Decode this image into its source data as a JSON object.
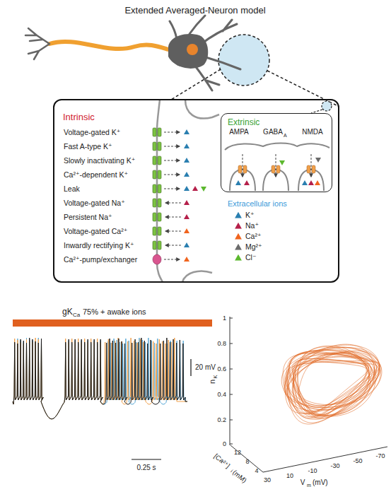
{
  "diagram": {
    "title": "Extended Averaged-Neuron model",
    "nodes": [
      {
        "text": [
          "Intrinsic"
        ]
      },
      {
        "text": [
          "Extrinsic"
        ],
        "in": 0
      }
    ],
    "labels": [
      "Voltage-gated K⁺",
      "Fast A-type K⁺",
      "Slowly inactivating K⁺",
      "Ca²⁺-dependent K⁺",
      "Leak",
      "Voltage-gated Na⁺",
      "Persistent Na⁺",
      "Voltage-gated Ca²⁺",
      "Inwardly rectifying K⁺",
      "Ca²⁺-pump/exchanger",
      "AMPA",
      "GABA",
      "A",
      "NMDA",
      "Extracellular ions",
      "gK",
      "Ca",
      "75% + awake ions",
      "20 mV",
      "0.25 s",
      "n",
      "K",
      "1",
      "0.8",
      "0.6",
      "0.4",
      "0.2",
      "0",
      "12",
      "8",
      "4",
      "[Ca²⁺]",
      "i",
      "(mM)",
      "30",
      "10",
      "-10",
      "-30",
      "-50",
      "-70",
      "V",
      "m",
      "(mV)"
    ],
    "legend": [
      {
        "text": "K⁺",
        "color": "#2a7fb0"
      },
      {
        "text": "Na⁺",
        "color": "#b5204a"
      },
      {
        "text": "Ca²⁺",
        "color": "#f0641e"
      },
      {
        "text": "Mg²⁺",
        "color": "#6b6b6b"
      },
      {
        "text": "Cl⁻",
        "color": "#5cb82e"
      }
    ]
  }
}
